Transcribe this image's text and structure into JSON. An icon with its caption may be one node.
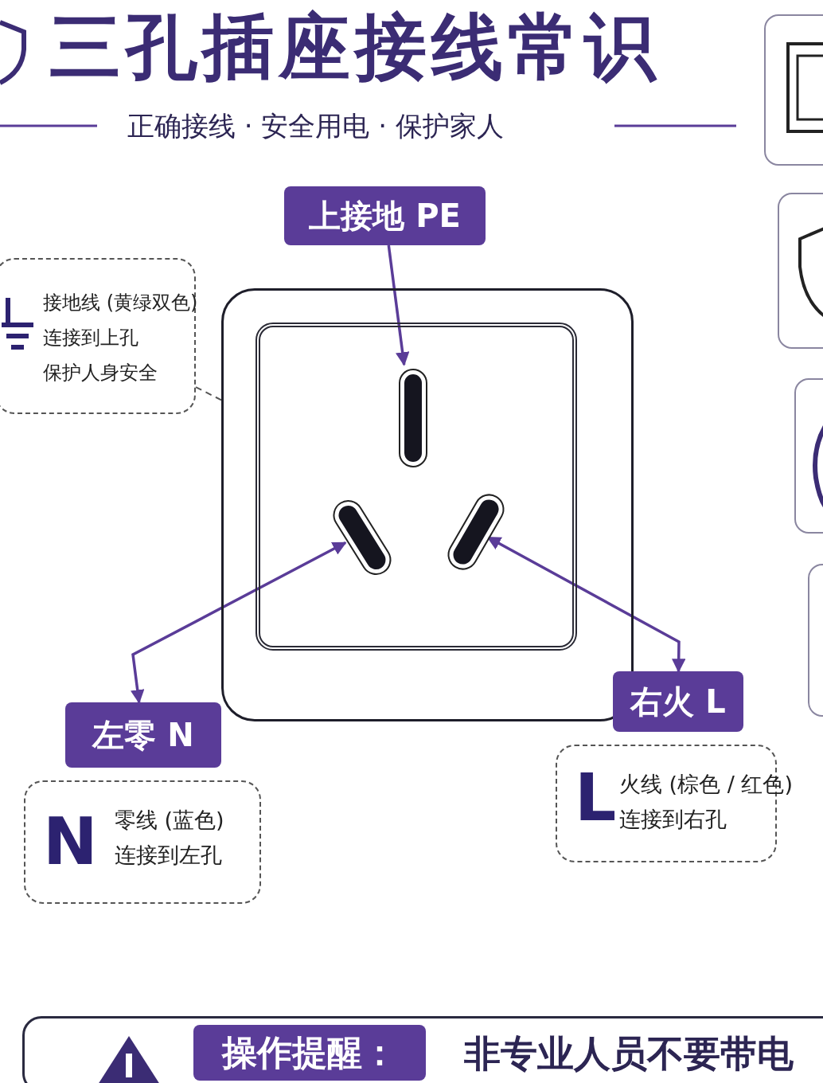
{
  "diagram": {
    "title": "三孔插座接线常识",
    "nodes": [
      {
        "text": [],
        "shape": "box"
      },
      {
        "text": [],
        "shape": "bar",
        "in": 0
      },
      {
        "text": [],
        "shape": "bar",
        "in": 0
      },
      {
        "text": [],
        "shape": "bar",
        "in": 0
      },
      {
        "text": [
          "上接地 PE"
        ]
      },
      {
        "text": [
          "左零 N"
        ]
      },
      {
        "text": [
          "右火 L"
        ]
      },
      {
        "text": [
          "接地线 (黄绿双色)",
          "连接到上孔",
          "保护人身安全"
        ]
      },
      {
        "text": [
          "N",
          "零线 (蓝色)",
          "连接到左孔"
        ]
      },
      {
        "text": [
          "L",
          "火线 (棕色 / 红色)",
          "连接到右孔"
        ]
      },
      {
        "text": [
          "非专业人员不要带电"
        ]
      },
      {
        "text": [
          "操作提醒："
        ],
        "in": 10
      },
      {
        "text": [],
        "shape": "box"
      },
      {
        "text": [],
        "shape": "box"
      },
      {
        "text": [],
        "shape": "box"
      },
      {
        "text": [],
        "shape": "box"
      }
    ],
    "edges": [
      {
        "from": 4,
        "to": 1,
        "arrow": "to"
      },
      {
        "from": 5,
        "to": 2,
        "arrow": "both"
      },
      {
        "from": 6,
        "to": 3,
        "arrow": "both"
      },
      {
        "from": 7,
        "to": 0,
        "arrow": "none",
        "style": "dashed",
        "color": "#555555"
      }
    ],
    "labels": [
      "正确接线 · 安全用电 · 保护家人"
    ]
  }
}
